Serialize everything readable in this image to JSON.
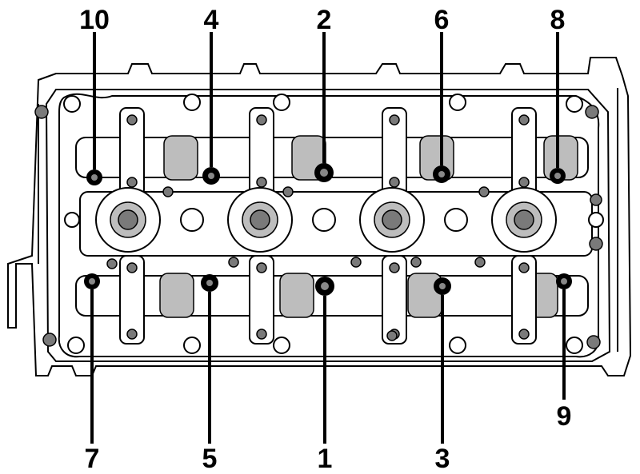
{
  "bolt_sequence": {
    "top": [
      {
        "label": "10",
        "bolt": "bolt-10"
      },
      {
        "label": "4",
        "bolt": "bolt-4"
      },
      {
        "label": "2",
        "bolt": "bolt-2"
      },
      {
        "label": "6",
        "bolt": "bolt-6"
      },
      {
        "label": "8",
        "bolt": "bolt-8"
      }
    ],
    "bottom": [
      {
        "label": "7",
        "bolt": "bolt-7"
      },
      {
        "label": "5",
        "bolt": "bolt-5"
      },
      {
        "label": "1",
        "bolt": "bolt-1"
      },
      {
        "label": "3",
        "bolt": "bolt-3"
      },
      {
        "label": "9",
        "bolt": "bolt-9"
      }
    ]
  }
}
